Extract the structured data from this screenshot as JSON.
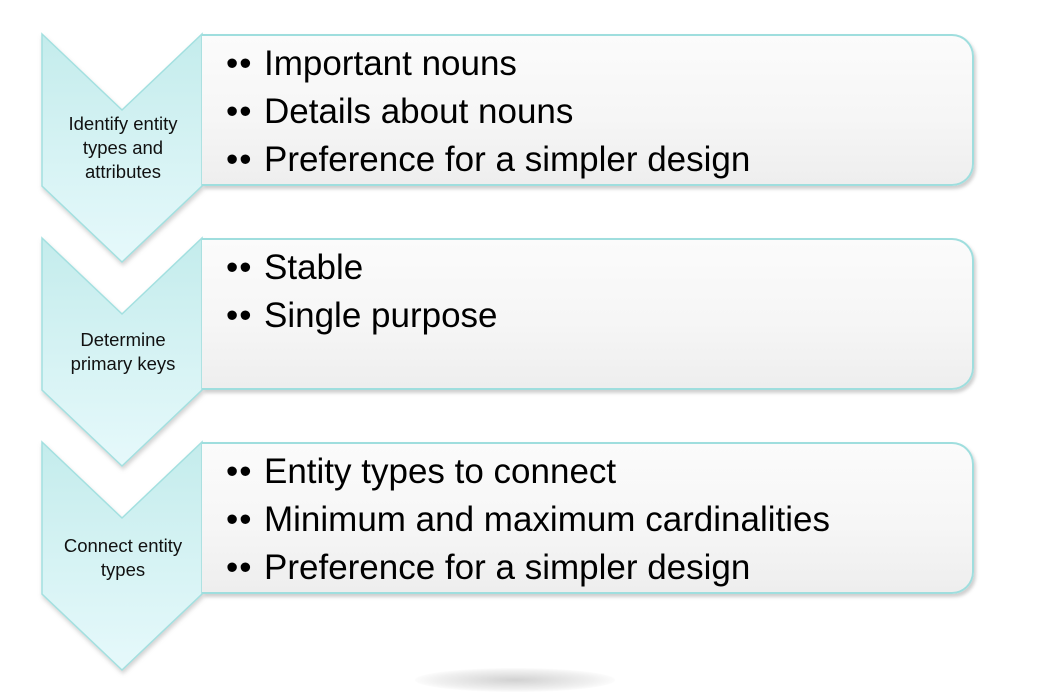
{
  "steps": [
    {
      "label_lines": [
        "Identify entity",
        "types and",
        "attributes"
      ],
      "bullets": [
        "Important nouns",
        "Details about nouns",
        "Preference for a simpler design"
      ]
    },
    {
      "label_lines": [
        "Determine",
        "primary keys"
      ],
      "bullets": [
        "Stable",
        "Single purpose"
      ]
    },
    {
      "label_lines": [
        "Connect entity",
        "types"
      ],
      "bullets": [
        "Entity types to connect",
        "Minimum and maximum cardinalities",
        "Preference for a simpler design"
      ]
    }
  ],
  "bullet_marker": "••",
  "colors": {
    "chevron_top": "#c4ecec",
    "chevron_fill": "#e6f9fb",
    "chevron_border": "#a3e0e0",
    "box_border": "#9fdede"
  }
}
